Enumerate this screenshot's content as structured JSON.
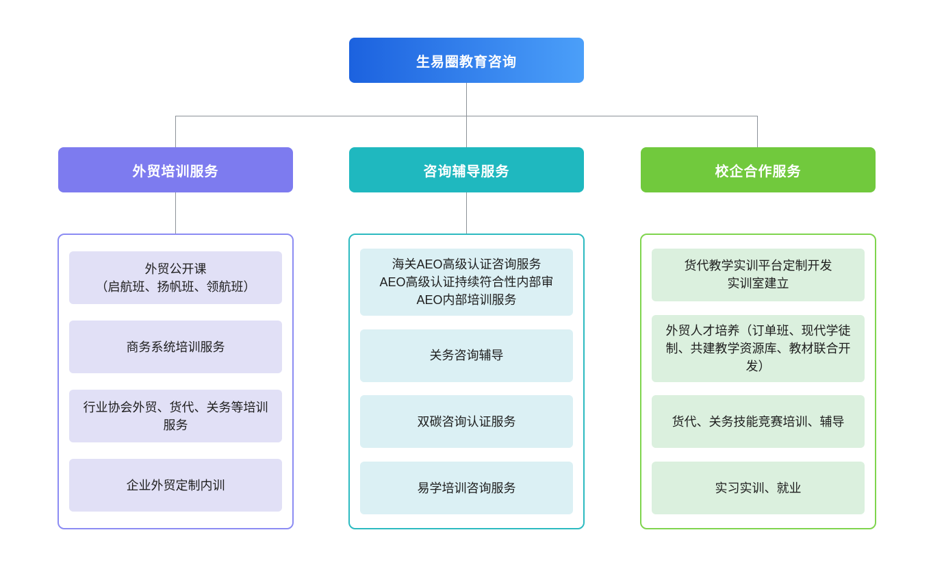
{
  "root": {
    "label": "生易圈教育咨询",
    "colors": {
      "gradient_start": "#1c62df",
      "gradient_end": "#4b9ff9",
      "text": "#ffffff"
    }
  },
  "connector_color": "#8b9197",
  "branches": [
    {
      "label": "外贸培训服务",
      "colors": {
        "header": "#7d7bef",
        "header_text": "#ffffff",
        "border": "#8b8bf3",
        "item_bg": "#e1e0f6"
      },
      "items": [
        "外贸公开课\n（启航班、扬帆班、领航班）",
        "商务系统培训服务",
        "行业协会外贸、货代、关务等培训服务",
        "企业外贸定制内训"
      ]
    },
    {
      "label": "咨询辅导服务",
      "colors": {
        "header": "#1fb8bf",
        "header_text": "#ffffff",
        "border": "#2bbac0",
        "item_bg": "#dbf0f4"
      },
      "items": [
        "海关AEO高级认证咨询服务\nAEO高级认证持续符合性内部审\nAEO内部培训服务",
        "关务咨询辅导",
        "双碳咨询认证服务",
        "易学培训咨询服务"
      ]
    },
    {
      "label": "校企合作服务",
      "colors": {
        "header": "#71c93d",
        "header_text": "#ffffff",
        "border": "#7fd44d",
        "item_bg": "#dbf0de"
      },
      "items": [
        "货代教学实训平台定制开发\n实训室建立",
        "外贸人才培养（订单班、现代学徒制、共建教学资源库、教材联合开发）",
        "货代、关务技能竞赛培训、辅导",
        "实习实训、就业"
      ]
    }
  ]
}
